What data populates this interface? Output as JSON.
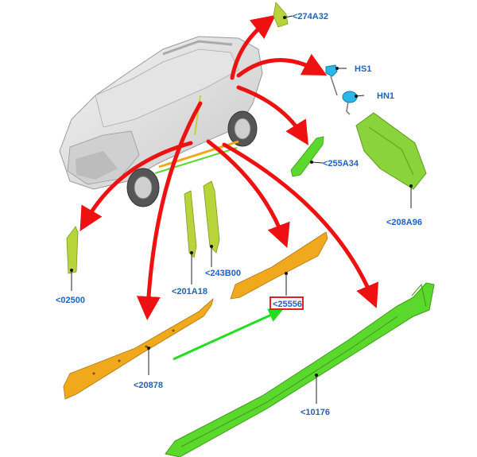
{
  "parts": [
    {
      "key": "274A32",
      "label": "<274A32"
    },
    {
      "key": "HS1",
      "label": "HS1"
    },
    {
      "key": "HN1",
      "label": "HN1"
    },
    {
      "key": "255A34",
      "label": "<255A34"
    },
    {
      "key": "208A96",
      "label": "<208A96"
    },
    {
      "key": "02500",
      "label": "<02500"
    },
    {
      "key": "201A18",
      "label": "<201A18"
    },
    {
      "key": "243B00",
      "label": "<243B00"
    },
    {
      "key": "25556",
      "label": "<25556"
    },
    {
      "key": "20878",
      "label": "<20878"
    },
    {
      "key": "10176",
      "label": "<10176"
    }
  ],
  "highlight": "25556",
  "colors": {
    "arrow_red": "#ee1111",
    "arrow_green": "#22dd22",
    "part_green": "#8ad33a",
    "part_yellow_green": "#b8d43a",
    "part_orange": "#f0a81c",
    "part_bright_green": "#5bd82c",
    "label_blue": "#2060c0",
    "highlight_box": "#e0202a",
    "clip_cyan": "#29b8e8"
  }
}
